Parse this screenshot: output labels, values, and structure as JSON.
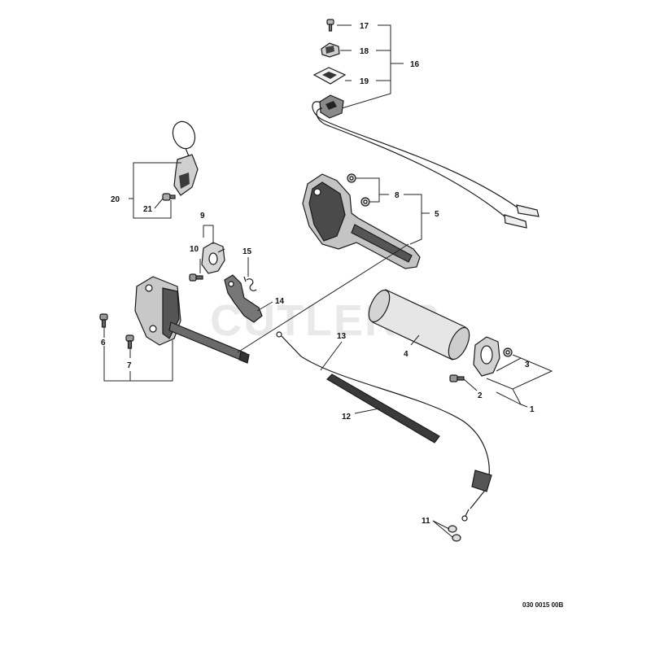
{
  "watermark": "CUTLER'S",
  "diagram_code": "030 0015 00B",
  "callouts": {
    "c1": "1",
    "c2": "2",
    "c3": "3",
    "c4": "4",
    "c5": "5",
    "c6": "6",
    "c7": "7",
    "c8": "8",
    "c9": "9",
    "c10": "10",
    "c11": "11",
    "c12": "12",
    "c13": "13",
    "c14": "14",
    "c15": "15",
    "c16": "16",
    "c17": "17",
    "c18": "18",
    "c19": "19",
    "c20": "20",
    "c21": "21"
  },
  "colors": {
    "ink": "#1a1a1a",
    "fill_dark": "#5a5a5a",
    "fill_mid": "#9a9a9a",
    "fill_light": "#d8d8d8",
    "watermark": "#e9e9e9"
  }
}
